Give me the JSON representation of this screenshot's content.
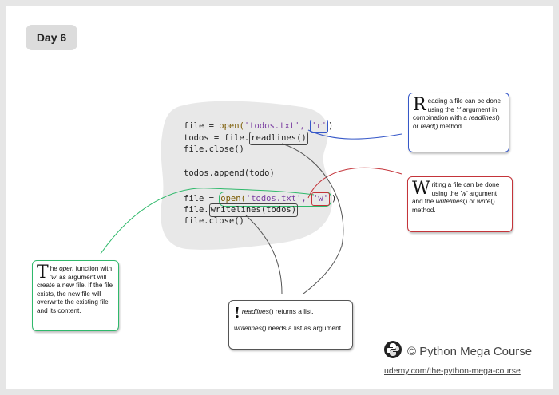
{
  "badge": {
    "label": "Day 6"
  },
  "code": {
    "line1": {
      "a": "file = ",
      "fn": "open(",
      "str": "'todos.txt', ",
      "boxed": "'r'",
      "end": ")"
    },
    "line2": {
      "a": "todos = file.",
      "boxed": "readlines()"
    },
    "line3": "file.close()",
    "line4": "todos.append(todo)",
    "line5": {
      "a": "file = ",
      "fn": "open(",
      "str": "'todos.txt', ",
      "boxed": "'w'",
      "end": ")"
    },
    "line6": {
      "a": "file.",
      "boxed": "writelines(todos)"
    },
    "line7": "file.close()"
  },
  "notes": {
    "reading": {
      "drop": "R",
      "t1": "eading a file can be done using the ",
      "i1": "'r'",
      "t2": " argument in combination with a ",
      "i2": "readlines",
      "t3": "() or ",
      "i3": "read",
      "t4": "() method."
    },
    "writing": {
      "drop": "W",
      "t1": "riting a file can be done using the ",
      "i1": "'w'",
      "t2": " argument and the ",
      "i2": "writelines",
      "t3": "() or ",
      "i3": "write",
      "t4": "() method."
    },
    "open": {
      "drop": "T",
      "t1": "he ",
      "i1": "open",
      "t2": " function with ",
      "i2": "'w'",
      "t3": " as argument will create a new file. If the file exists, the new file will overwrite the existing file and its content."
    },
    "lists": {
      "drop": "!",
      "i1": "readlines",
      "t1": "() returns a list.",
      "i2": "writelines",
      "t2": "() needs a list as argument."
    }
  },
  "brand": {
    "copyright": "© Python Mega Course",
    "url": "udemy.com/the-python-mega-course",
    "icon": "python-logo-icon"
  },
  "colors": {
    "blue": "#3557c8",
    "red": "#c4343a",
    "green": "#2fb96b",
    "dark": "#444444",
    "blob": "#e8e8e8"
  }
}
